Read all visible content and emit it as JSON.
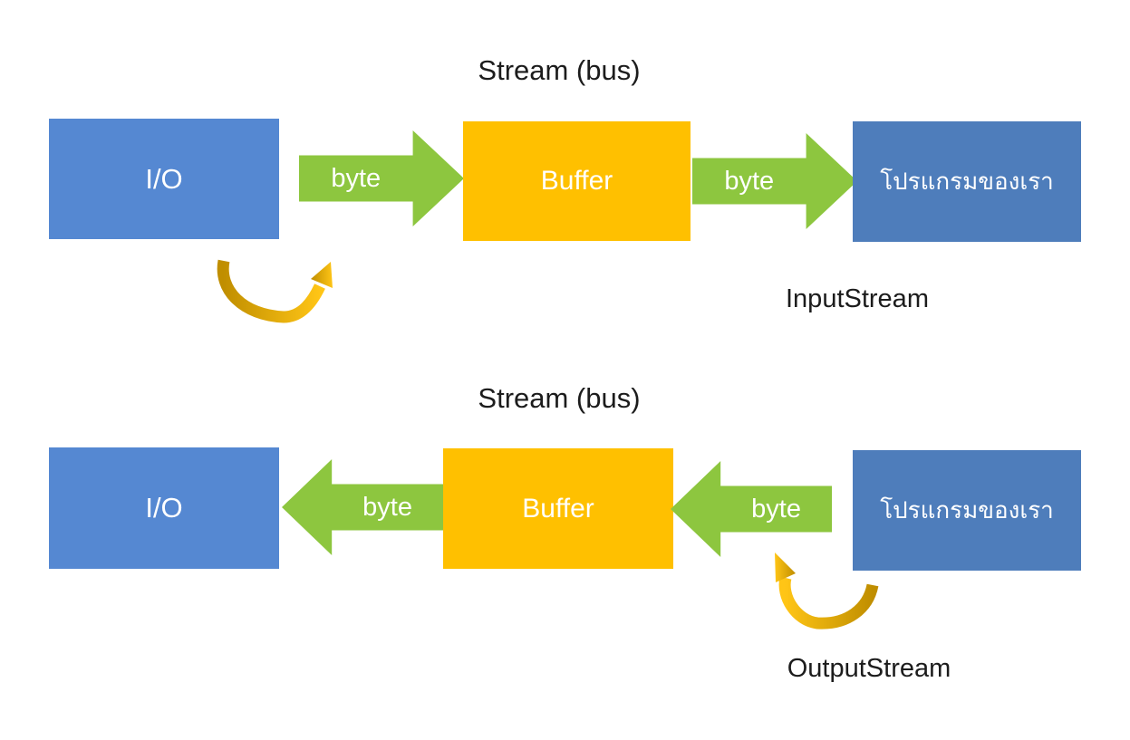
{
  "diagram": {
    "background": "#ffffff",
    "colors": {
      "background": "#ffffff",
      "io_box": "#5588d2",
      "program_box": "#4e7dbb",
      "buffer_box": "#ffc000",
      "byte_arrow": "#8dc63f",
      "curved_arrow_dark": "#c08e00",
      "curved_arrow_bright": "#ffc516",
      "title_text": "#1c1c1c",
      "box_text": "#ffffff"
    },
    "sections": [
      {
        "title": "Stream (bus)",
        "io_label": "I/O",
        "buffer_label": "Buffer",
        "program_label": "โปรแกรมของเรา",
        "byte_left": "byte",
        "byte_right": "byte",
        "stream_label": "InputStream",
        "flow_direction": "right"
      },
      {
        "title": "Stream (bus)",
        "io_label": "I/O",
        "buffer_label": "Buffer",
        "program_label": "โปรแกรมของเรา",
        "byte_left": "byte",
        "byte_right": "byte",
        "stream_label": "OutputStream",
        "flow_direction": "left"
      }
    ]
  }
}
